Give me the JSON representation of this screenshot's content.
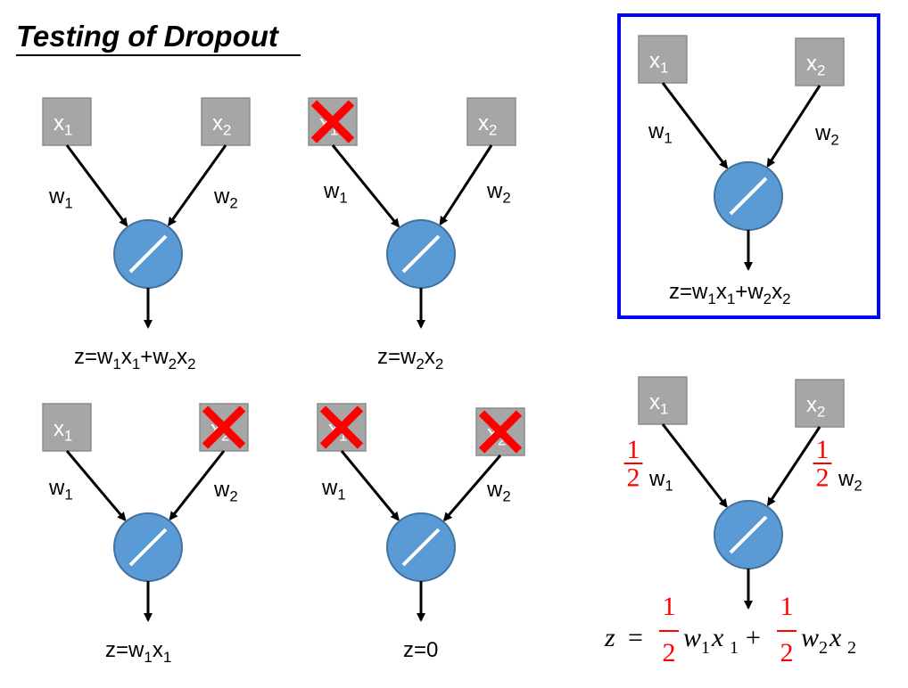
{
  "title": "Testing of Dropout",
  "colors": {
    "input_box": "#a6a6a6",
    "input_box_border": "#8c8c8c",
    "neuron_fill": "#5b9bd5",
    "neuron_border": "#41719c",
    "drop_mark": "#ff0000",
    "highlight_border": "#0000ff",
    "scale_text": "#ff0000"
  },
  "icons": {
    "drop_mark": "red-x-icon",
    "activation": "linear-slash-icon"
  },
  "labels": {
    "x": "x",
    "w": "w",
    "sub1": "1",
    "sub2": "2",
    "half_num": "1",
    "half_den": "2"
  },
  "panels": [
    {
      "id": "full",
      "x1_dropped": false,
      "x2_dropped": false,
      "output": [
        "z=w",
        "1",
        "x",
        "1",
        "+w",
        "2",
        "x",
        "2"
      ]
    },
    {
      "id": "drop-x1",
      "x1_dropped": true,
      "x2_dropped": false,
      "output": [
        "z=w",
        "2",
        "x",
        "2"
      ]
    },
    {
      "id": "drop-x2",
      "x1_dropped": false,
      "x2_dropped": true,
      "output": [
        "z=w",
        "1",
        "x",
        "1"
      ]
    },
    {
      "id": "drop-both",
      "x1_dropped": true,
      "x2_dropped": true,
      "output": [
        "z=0"
      ]
    },
    {
      "id": "testing",
      "x1_dropped": false,
      "x2_dropped": false,
      "output": [
        "z=w",
        "1",
        "x",
        "1",
        "+w",
        "2",
        "x",
        "2"
      ]
    },
    {
      "id": "scaled",
      "x1_dropped": false,
      "x2_dropped": false,
      "output": [
        "z",
        " = ",
        "1/2",
        "w",
        "1",
        "x",
        "1",
        " + ",
        "1/2",
        "w",
        "2",
        "x",
        "2"
      ]
    }
  ]
}
